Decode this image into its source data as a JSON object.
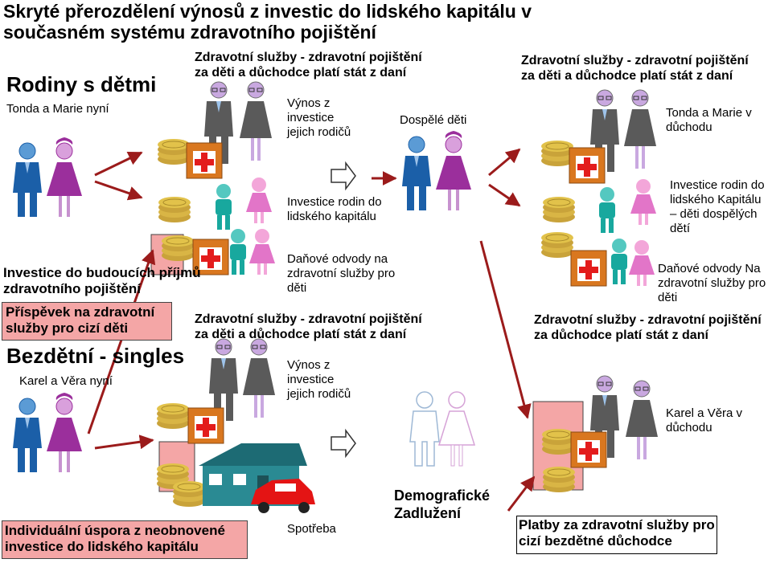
{
  "title": "Skryté přerozdělení výnosů z investic do lidského kapitálu v současném systému zdravotního pojištění",
  "left": {
    "families_heading": "Rodiny s dětmi",
    "families_now": "Tonda a Marie nyní",
    "investment_future": "Investice do budoucích příjmů zdravotního pojištění",
    "contribution_box": "Příspěvek na zdravotní služby pro cizí děti",
    "singles_heading": "Bezdětní - singles",
    "singles_now": "Karel a Věra nyní",
    "savings_box": "Individuální úspora z neobnovené investice do lidského kapitálu"
  },
  "middle": {
    "health_top": "Zdravotní služby - zdravotní pojištění za děti a důchodce platí stát z daní",
    "returns_top": "Výnos z investice jejich rodičů",
    "invest_families": "Investice rodin do lidského kapitálu",
    "tax_children": "Daňové odvody na zdravotní služby pro děti",
    "health_mid": "Zdravotní služby - zdravotní pojištění za děti a důchodce platí stát z daní",
    "returns_mid": "Výnos z investice jejich rodičů",
    "consumption": "Spotřeba",
    "adult_children": "Dospělé děti",
    "demographic_debt": "Demografické Zadlužení"
  },
  "right": {
    "health_top": "Zdravotní služby - zdravotní pojištění za děti a důchodce platí stát z daní",
    "retired_families": "Tonda a Marie v důchodu",
    "invest_adult": "Investice rodin do lidského Kapitálu – děti dospělých dětí",
    "tax_children": "Daňové odvody Na zdravotní služby pro děti",
    "health_retirees": "Zdravotní služby - zdravotní pojištění za důchodce platí stát z daní",
    "retired_singles": "Karel a Věra v důchodu",
    "payments_box": "Platby za zdravotní služby pro cizí bezdětné důchodce"
  },
  "colors": {
    "arrow": "#9b1b1b",
    "pink_box": "#f4a6a6",
    "man_blue": "#1b5fa8",
    "woman_purple": "#9b2f9c",
    "elder_gray": "#5a5a5a",
    "coin": "#e2c24a",
    "cross_red": "#e31c1c",
    "house_teal": "#1d6b74",
    "car_red": "#e41414"
  },
  "icons": [
    "man-icon",
    "woman-icon",
    "grandfather-icon",
    "grandmother-icon",
    "coin-stack-icon",
    "hospital-icon",
    "boy-icon",
    "girl-icon",
    "house-icon",
    "car-icon",
    "right-arrow-icon"
  ]
}
